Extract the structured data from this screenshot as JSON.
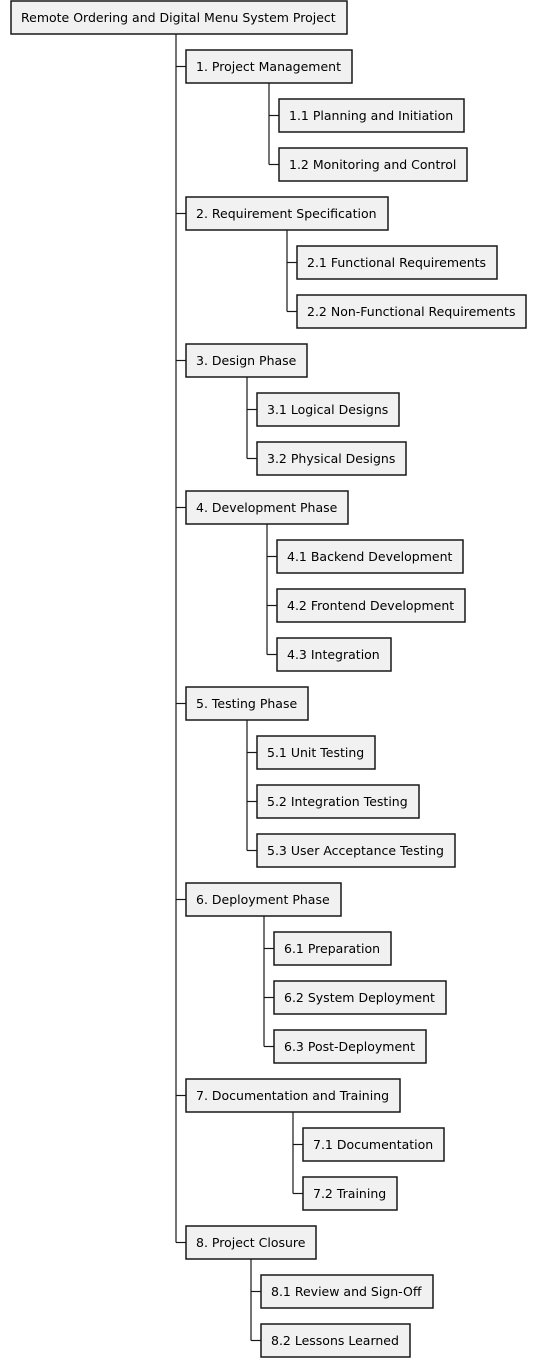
{
  "diagram": {
    "root": "Remote Ordering and Digital Menu System Project",
    "phases": [
      {
        "label": "1. Project Management",
        "children": [
          "1.1 Planning and Initiation",
          "1.2 Monitoring and Control"
        ]
      },
      {
        "label": "2. Requirement Specification",
        "children": [
          "2.1 Functional Requirements",
          "2.2 Non-Functional Requirements"
        ]
      },
      {
        "label": "3. Design Phase",
        "children": [
          "3.1 Logical Designs",
          "3.2 Physical Designs"
        ]
      },
      {
        "label": "4. Development Phase",
        "children": [
          "4.1 Backend Development",
          "4.2 Frontend Development",
          "4.3 Integration"
        ]
      },
      {
        "label": "5. Testing Phase",
        "children": [
          "5.1 Unit Testing",
          "5.2 Integration Testing",
          "5.3 User Acceptance Testing"
        ]
      },
      {
        "label": "6. Deployment Phase",
        "children": [
          "6.1 Preparation",
          "6.2 System Deployment",
          "6.3 Post-Deployment"
        ]
      },
      {
        "label": "7. Documentation and Training",
        "children": [
          "7.1 Documentation",
          "7.2 Training"
        ]
      },
      {
        "label": "8. Project Closure",
        "children": [
          "8.1 Review and Sign-Off",
          "8.2 Lessons Learned"
        ]
      }
    ]
  },
  "colors": {
    "box_fill": "#f1f1f1",
    "box_stroke": "#181818",
    "line": "#181818",
    "text": "#000000",
    "background": "#ffffff"
  }
}
